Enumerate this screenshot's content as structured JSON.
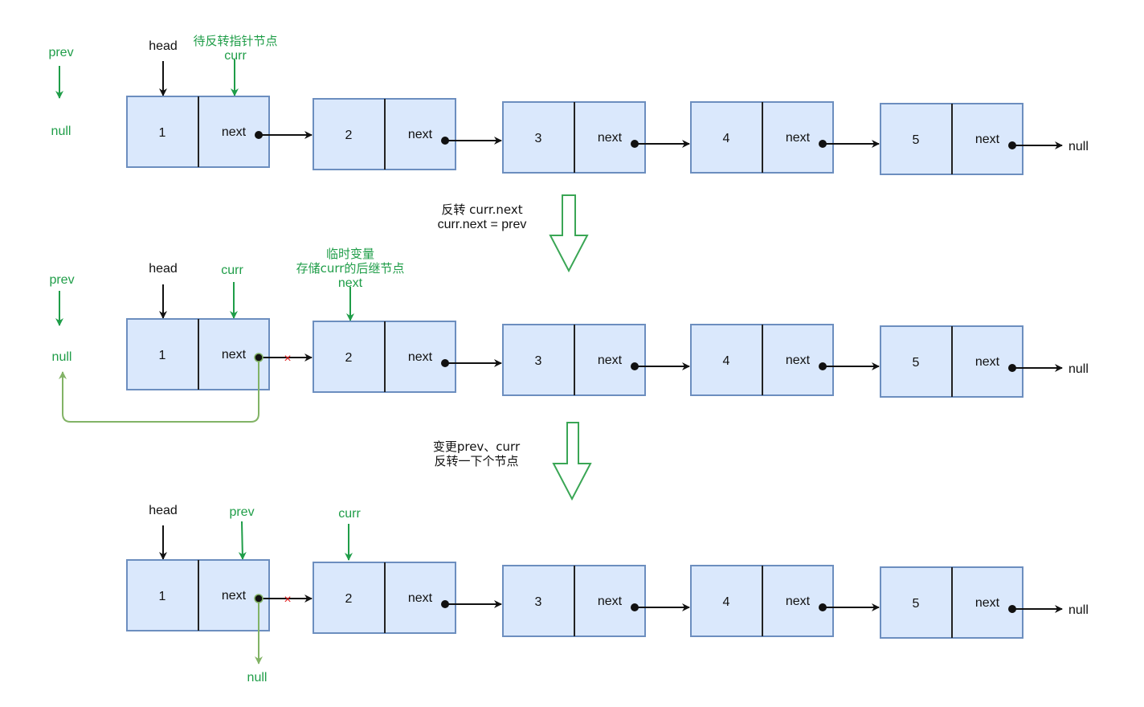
{
  "colors": {
    "node_fill": "#dae8fc",
    "node_border": "#6c8ebf",
    "pointer_green": "#1f9d48",
    "link_green": "#82b366",
    "text_black": "#111111",
    "cut_red": "#e02020"
  },
  "stages": [
    {
      "id": "initial",
      "nodes": [
        {
          "value": "1",
          "next_label": "next"
        },
        {
          "value": "2",
          "next_label": "next"
        },
        {
          "value": "3",
          "next_label": "next"
        },
        {
          "value": "4",
          "next_label": "next"
        },
        {
          "value": "5",
          "next_label": "next"
        }
      ],
      "tail_label": "null",
      "prev_label": "prev",
      "prev_target": "null",
      "head_label": "head",
      "curr_label": "curr",
      "curr_note": "待反转指针节点"
    },
    {
      "id": "reversed-first",
      "nodes": [
        {
          "value": "1",
          "next_label": "next"
        },
        {
          "value": "2",
          "next_label": "next"
        },
        {
          "value": "3",
          "next_label": "next"
        },
        {
          "value": "4",
          "next_label": "next"
        },
        {
          "value": "5",
          "next_label": "next"
        }
      ],
      "tail_label": "null",
      "prev_label": "prev",
      "prev_target": "null",
      "head_label": "head",
      "curr_label": "curr",
      "next_var_note_1": "临时变量",
      "next_var_note_2": "存储curr的后继节点",
      "next_var_label": "next",
      "cut_mark": "×"
    },
    {
      "id": "advanced",
      "nodes": [
        {
          "value": "1",
          "next_label": "next"
        },
        {
          "value": "2",
          "next_label": "next"
        },
        {
          "value": "3",
          "next_label": "next"
        },
        {
          "value": "4",
          "next_label": "next"
        },
        {
          "value": "5",
          "next_label": "next"
        }
      ],
      "tail_label": "null",
      "head_label": "head",
      "prev_label": "prev",
      "curr_label": "curr",
      "node1_next_target": "null",
      "cut_mark": "×"
    }
  ],
  "transitions": [
    {
      "line1": "反转 curr.next",
      "line2": "curr.next = prev"
    },
    {
      "line1": "变更prev、curr",
      "line2": "反转一下个节点"
    }
  ]
}
